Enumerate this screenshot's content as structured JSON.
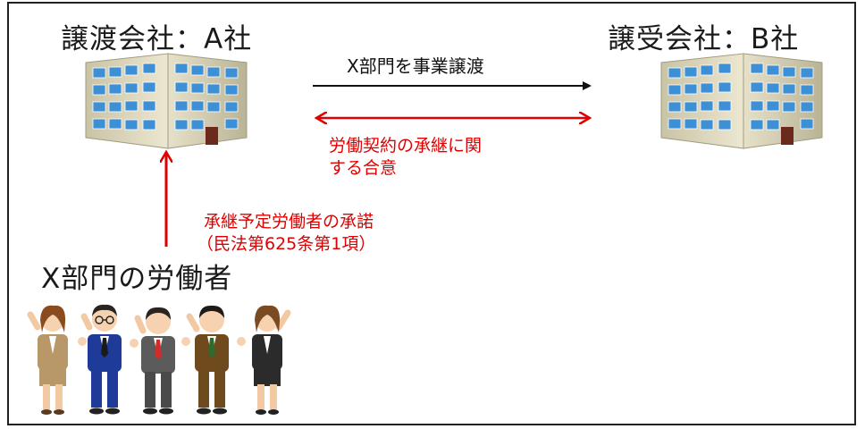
{
  "transferor": {
    "title": "譲渡会社：A社"
  },
  "transferee": {
    "title": "譲受会社：B社"
  },
  "business_transfer": {
    "label": "X部門を事業譲渡"
  },
  "labor_agreement": {
    "line1": "労働契約の承継に関",
    "line2": "する合意"
  },
  "worker_consent": {
    "line1": "承継予定労働者の承諾",
    "line2": "（民法第625条第1項）"
  },
  "workers": {
    "title": "X部門の労働者"
  },
  "colors": {
    "red": "#e00000",
    "black": "#111111",
    "building": "#d8d3b8",
    "window": "#3d8fd6"
  }
}
